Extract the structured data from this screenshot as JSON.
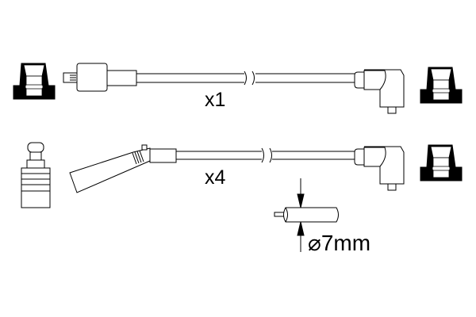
{
  "labels": {
    "qty_top": "x1",
    "qty_bottom": "x4",
    "diameter": "⌀7mm"
  },
  "colors": {
    "line": "#000000",
    "background": "#ffffff"
  }
}
